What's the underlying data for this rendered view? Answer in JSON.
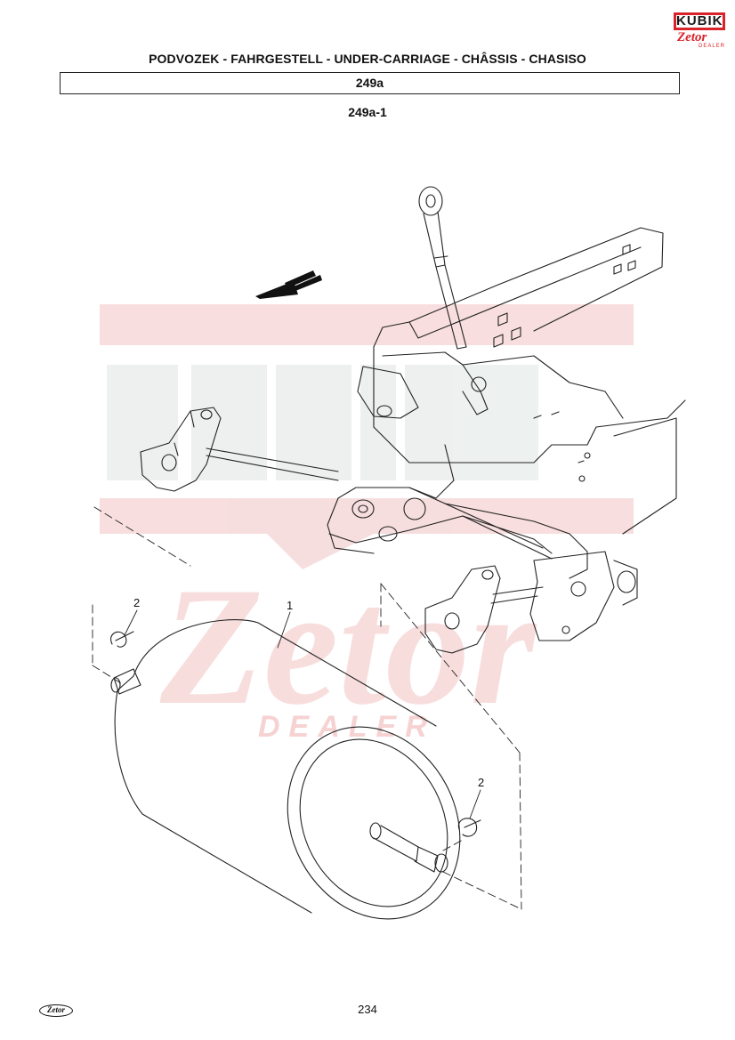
{
  "header": {
    "title": "PODVOZEK - FAHRGESTELL - UNDER-CARRIAGE - CHÂSSIS - CHASISO",
    "section_code": "249a",
    "sub_code": "249a-1"
  },
  "brand": {
    "name": "KUBIK",
    "sub": "Zetor",
    "tag": "DEALER"
  },
  "watermark": {
    "word1": "KUBIK",
    "word2": "Zetor",
    "word3": "DEALER"
  },
  "callouts": [
    {
      "label": "2"
    },
    {
      "label": "1"
    },
    {
      "label": "2"
    }
  ],
  "footer": {
    "page_number": "234",
    "logo": "Zetor"
  },
  "colors": {
    "accent": "#d8232a",
    "watermark": "#f3c9c9",
    "line": "#222222"
  }
}
